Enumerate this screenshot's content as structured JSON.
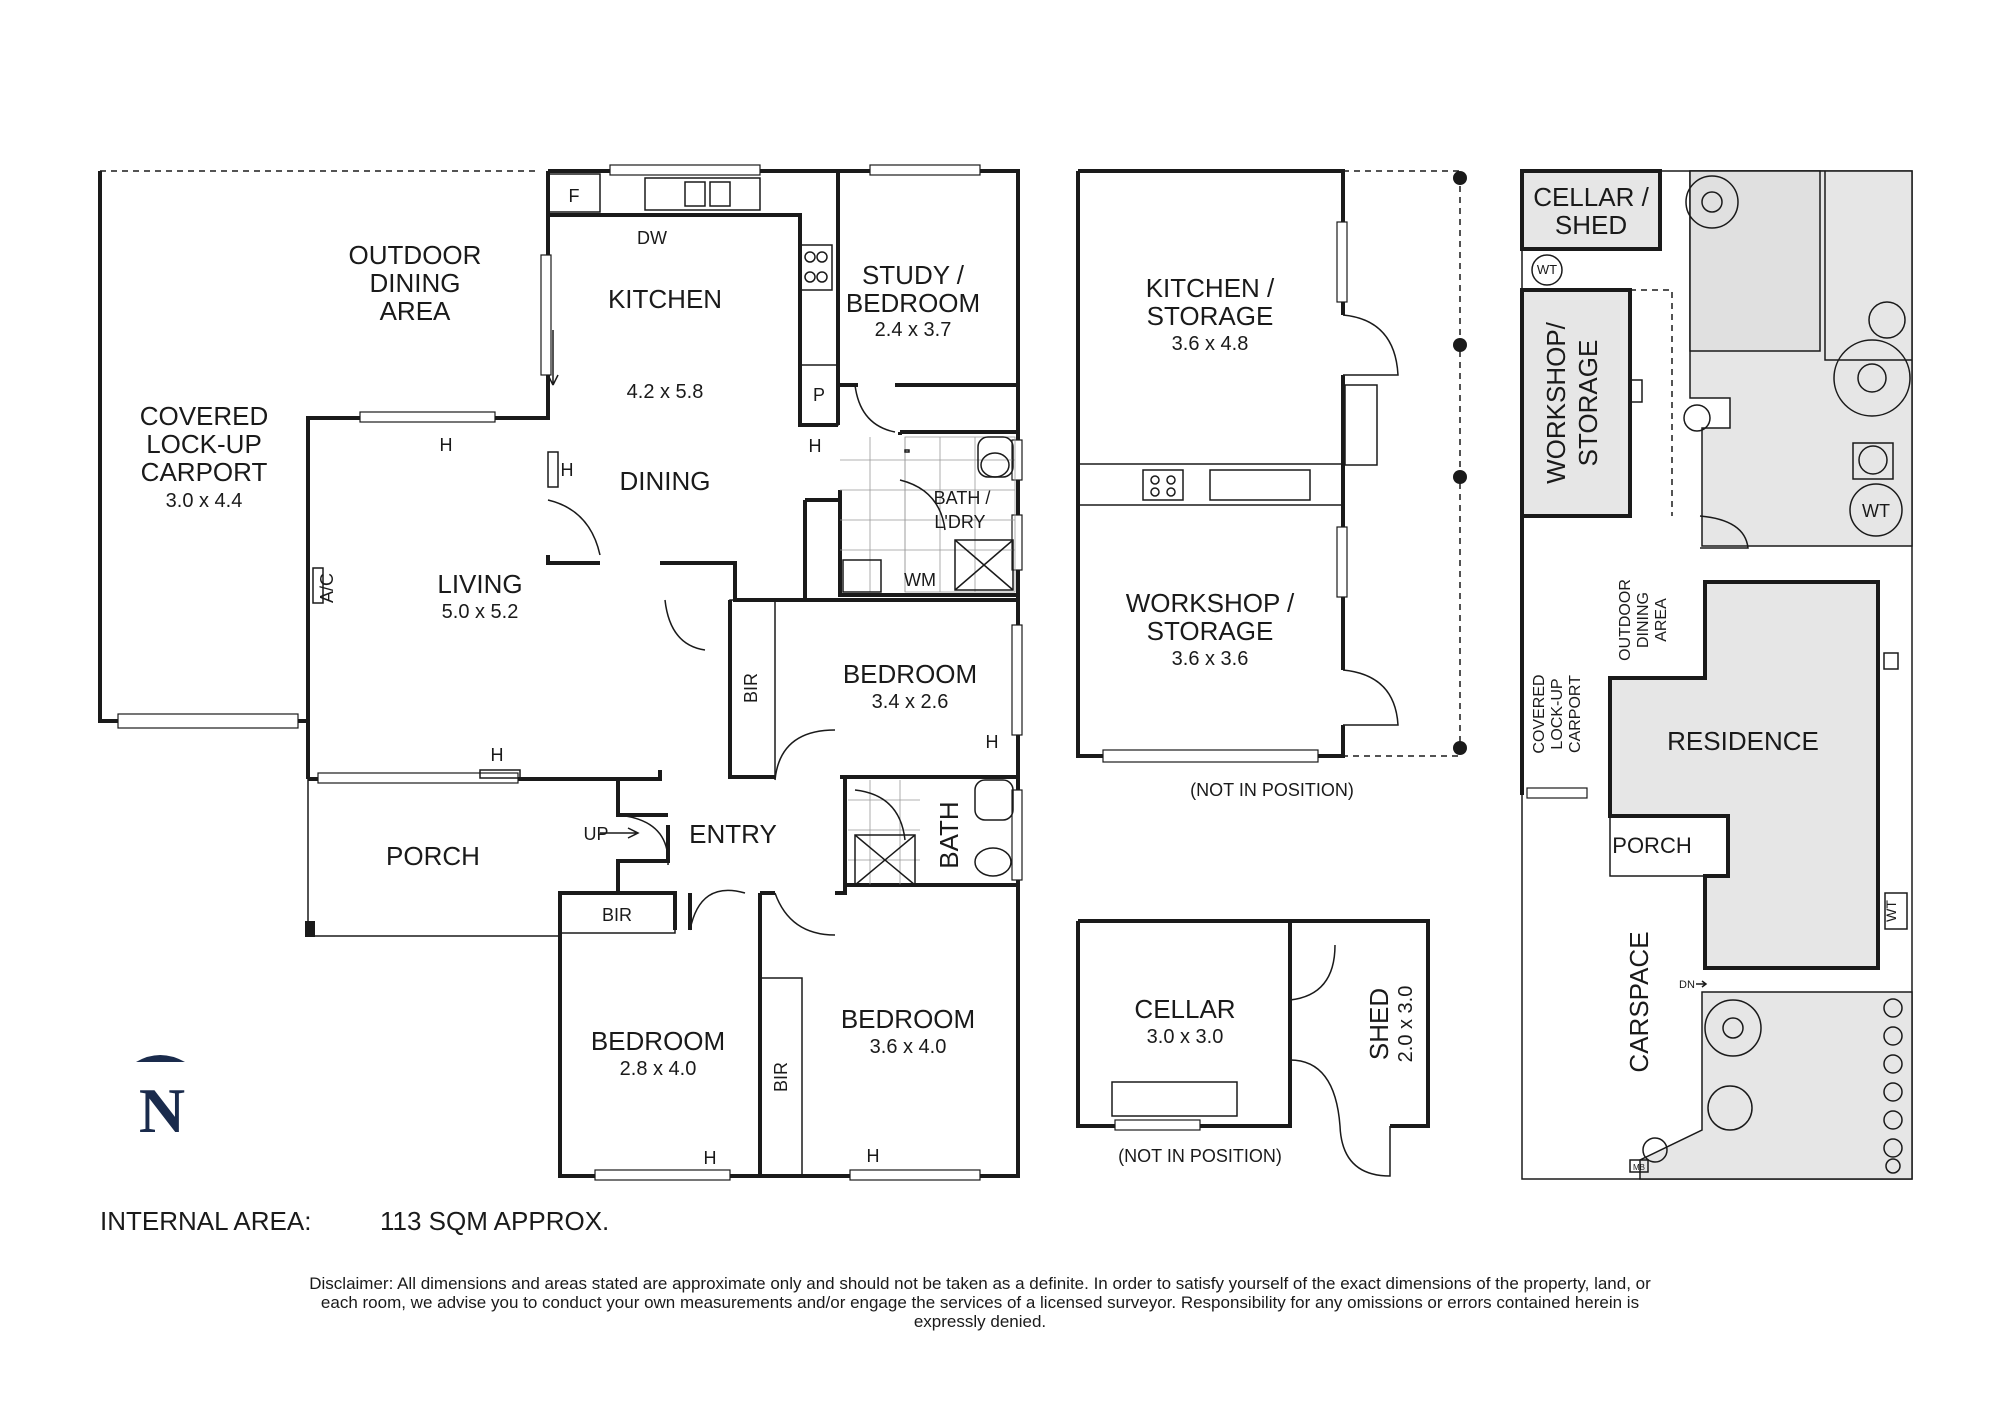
{
  "main_plan": {
    "rooms": {
      "outdoor_dining": {
        "line1": "OUTDOOR",
        "line2": "DINING",
        "line3": "AREA"
      },
      "carport": {
        "line1": "COVERED",
        "line2": "LOCK-UP",
        "line3": "CARPORT",
        "dims": "3.0 x 4.4"
      },
      "kitchen": {
        "name": "KITCHEN",
        "dims": "4.2 x 5.8"
      },
      "dining": {
        "name": "DINING"
      },
      "study": {
        "line1": "STUDY /",
        "line2": "BEDROOM",
        "dims": "2.4 x 3.7"
      },
      "living": {
        "name": "LIVING",
        "dims": "5.0 x 5.2"
      },
      "bath_laundry": {
        "line1": "BATH /",
        "line2": "L'DRY"
      },
      "bedroom_east": {
        "name": "BEDROOM",
        "dims": "3.4 x 2.6"
      },
      "porch": {
        "name": "PORCH"
      },
      "entry": {
        "name": "ENTRY"
      },
      "bath": {
        "name": "BATH"
      },
      "bedroom_sw": {
        "name": "BEDROOM",
        "dims": "2.8 x 4.0"
      },
      "bedroom_se": {
        "name": "BEDROOM",
        "dims": "3.6 x 4.0"
      }
    },
    "fixtures": {
      "fridge": "F",
      "dishwasher": "DW",
      "pantry": "P",
      "heater": "H",
      "aircon": "A/C",
      "washing_machine": "WM",
      "built_in_robe": "BIR",
      "stairs_up": "UP"
    }
  },
  "outbuilding": {
    "kitchen_storage": {
      "line1": "KITCHEN /",
      "line2": "STORAGE",
      "dims": "3.6 x 4.8"
    },
    "workshop_storage": {
      "line1": "WORKSHOP /",
      "line2": "STORAGE",
      "dims": "3.6 x 3.6"
    },
    "note": "(NOT IN POSITION)"
  },
  "cellar_block": {
    "cellar": {
      "name": "CELLAR",
      "dims": "3.0 x 3.0"
    },
    "shed": {
      "name": "SHED",
      "dims": "2.0 x 3.0"
    },
    "note": "(NOT IN POSITION)"
  },
  "site_plan": {
    "cellar_shed": {
      "line1": "CELLAR /",
      "line2": "SHED"
    },
    "workshop": {
      "line1": "WORKSHOP/",
      "line2": "STORAGE"
    },
    "outdoor_dining": {
      "line1": "OUTDOOR",
      "line2": "DINING",
      "line3": "AREA"
    },
    "carport": {
      "line1": "COVERED",
      "line2": "LOCK-UP",
      "line3": "CARPORT"
    },
    "residence": "RESIDENCE",
    "porch": "PORCH",
    "carspace": "CARSPACE",
    "water_tank": "WT",
    "down": "DN",
    "meter_box": "MB"
  },
  "compass": {
    "north": "N"
  },
  "footer": {
    "area_label": "INTERNAL AREA:",
    "area_value": "113 SQM APPROX.",
    "disclaimer": "Disclaimer: All dimensions and areas stated are approximate only and should not be taken as a definite. In order to satisfy yourself of the exact dimensions of the property, land, or each room, we advise you to conduct your own measurements and/or engage the services of a licensed surveyor. Responsibility for any omissions or errors contained herein is expressly denied."
  }
}
